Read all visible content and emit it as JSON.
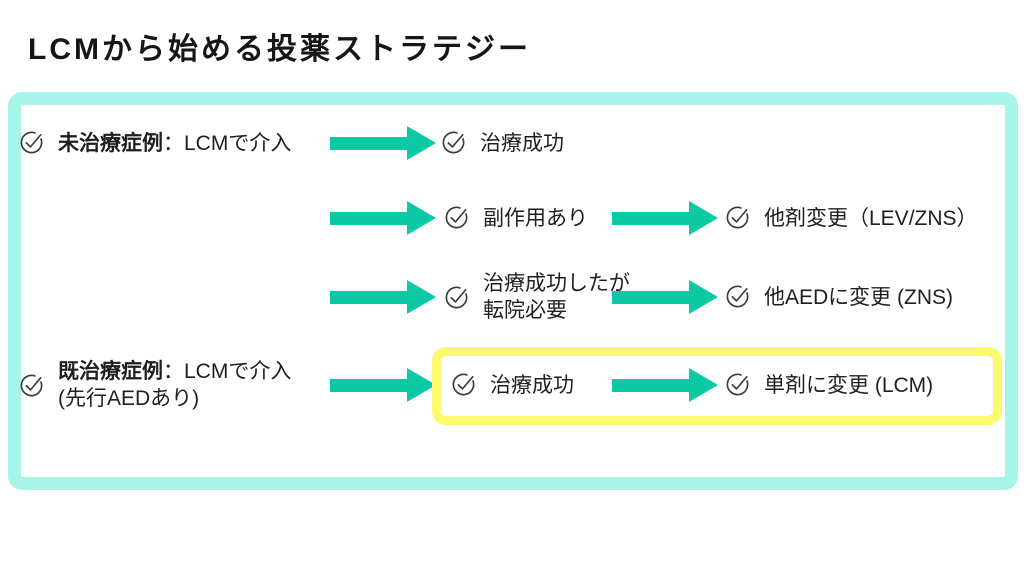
{
  "slide_title": "LCMから始める投薬ストラテジー",
  "colors": {
    "arrow_teal": "#0cc9a6",
    "board_border_cyan": "#a7f5e8",
    "highlight_border_yellow": "#fbf96e",
    "text": "#1f1f1f"
  },
  "icons": {
    "node_marker": "check-circle-icon"
  },
  "flow": {
    "untreated": {
      "label_bold": "未治療症例",
      "label_rest": "：LCMで介入",
      "outcome_success": "治療成功",
      "outcome_side_effect": "副作用あり",
      "action_switch_drug": "他剤変更（LEV/ZNS）",
      "outcome_transfer_line1": "治療成功したが",
      "outcome_transfer_line2": "転院必要",
      "action_switch_aed": "他AEDに変更 (ZNS)"
    },
    "pretreated": {
      "label_bold": "既治療症例",
      "label_rest": "：LCMで介入",
      "label_line2": "(先行AEDあり)",
      "outcome_success": "治療成功",
      "action_monotherapy": "単剤に変更 (LCM)"
    }
  }
}
